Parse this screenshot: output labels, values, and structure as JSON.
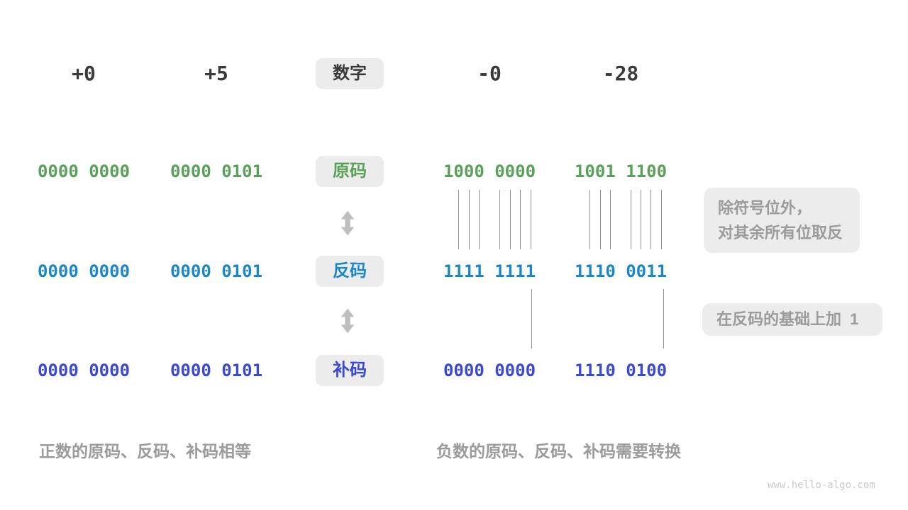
{
  "colors": {
    "sign_magnitude_green": "#5AA05A",
    "ones_complement_blue": "#1C86C9",
    "twos_complement_indigo": "#3B48D0",
    "chip_background": "#ECECEC",
    "annotation_gray": "#9B9B9B",
    "header_dark": "#3A3A3A",
    "connector_line": "#8F8F8F",
    "arrow_gray": "#BEBEBE"
  },
  "header": {
    "label": "数字",
    "values": [
      "+0",
      "+5",
      "-0",
      "-28"
    ]
  },
  "rows": [
    {
      "key": "sign-magnitude",
      "label": "原码",
      "values": [
        "0000 0000",
        "0000 0101",
        "1000 0000",
        "1001 1100"
      ]
    },
    {
      "key": "ones-complement",
      "label": "反码",
      "values": [
        "0000 0000",
        "0000 0101",
        "1111 1111",
        "1110 0011"
      ]
    },
    {
      "key": "twos-complement",
      "label": "补码",
      "values": [
        "0000 0000",
        "0000 0101",
        "0000 0000",
        "1110 0100"
      ]
    }
  ],
  "annotations": {
    "invert_line1": "除符号位外，",
    "invert_line2": "对其余所有位取反",
    "add_one": "在反码的基础上加  1"
  },
  "captions": {
    "positive": "正数的原码、反码、补码相等",
    "negative": "负数的原码、反码、补码需要转换"
  },
  "watermark": "www.hello-algo.com"
}
